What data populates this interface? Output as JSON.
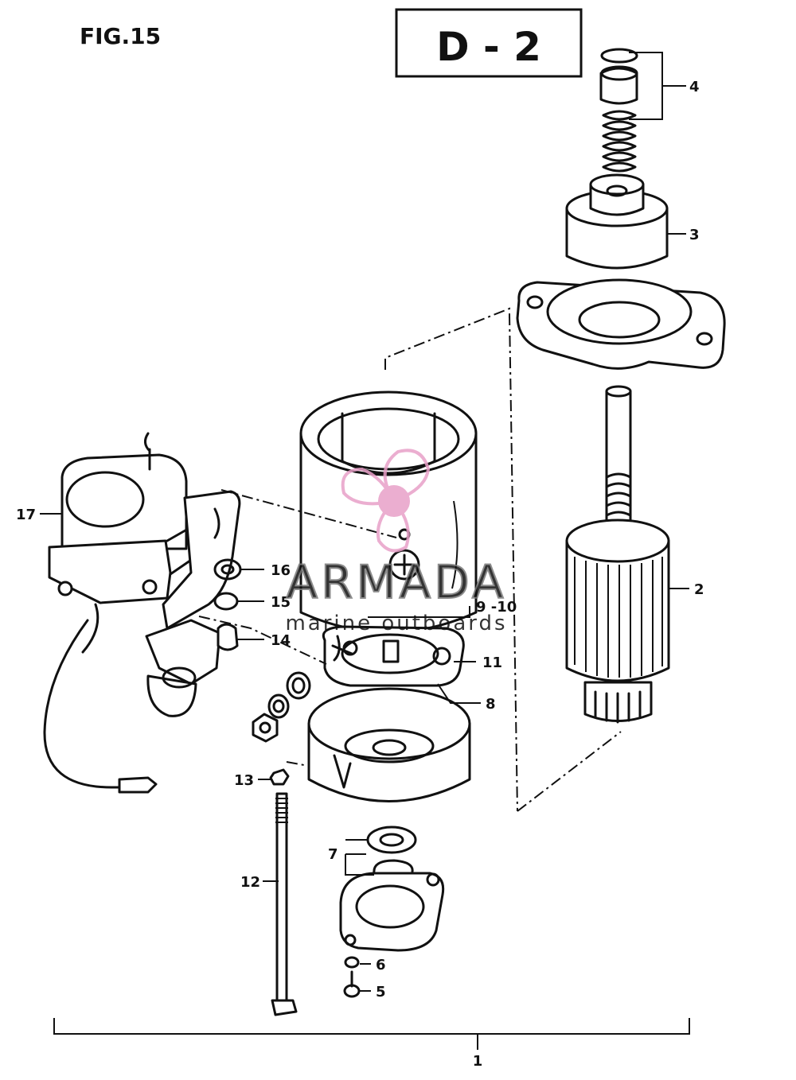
{
  "figure_label": "FIG.15",
  "section_code": "D - 2",
  "watermark": {
    "brand": "ARMADA",
    "tagline": "marine outboards",
    "accent_color": "#e8a0c8"
  },
  "callouts": [
    {
      "id": "1",
      "label": "1"
    },
    {
      "id": "2",
      "label": "2"
    },
    {
      "id": "3",
      "label": "3"
    },
    {
      "id": "4",
      "label": "4"
    },
    {
      "id": "5",
      "label": "5"
    },
    {
      "id": "6",
      "label": "6"
    },
    {
      "id": "7",
      "label": "7"
    },
    {
      "id": "8",
      "label": "8"
    },
    {
      "id": "9-10",
      "label": "9 -10"
    },
    {
      "id": "11",
      "label": "11"
    },
    {
      "id": "12",
      "label": "12"
    },
    {
      "id": "13",
      "label": "13"
    },
    {
      "id": "14",
      "label": "14"
    },
    {
      "id": "15",
      "label": "15"
    },
    {
      "id": "16",
      "label": "16"
    },
    {
      "id": "17",
      "label": "17"
    }
  ]
}
